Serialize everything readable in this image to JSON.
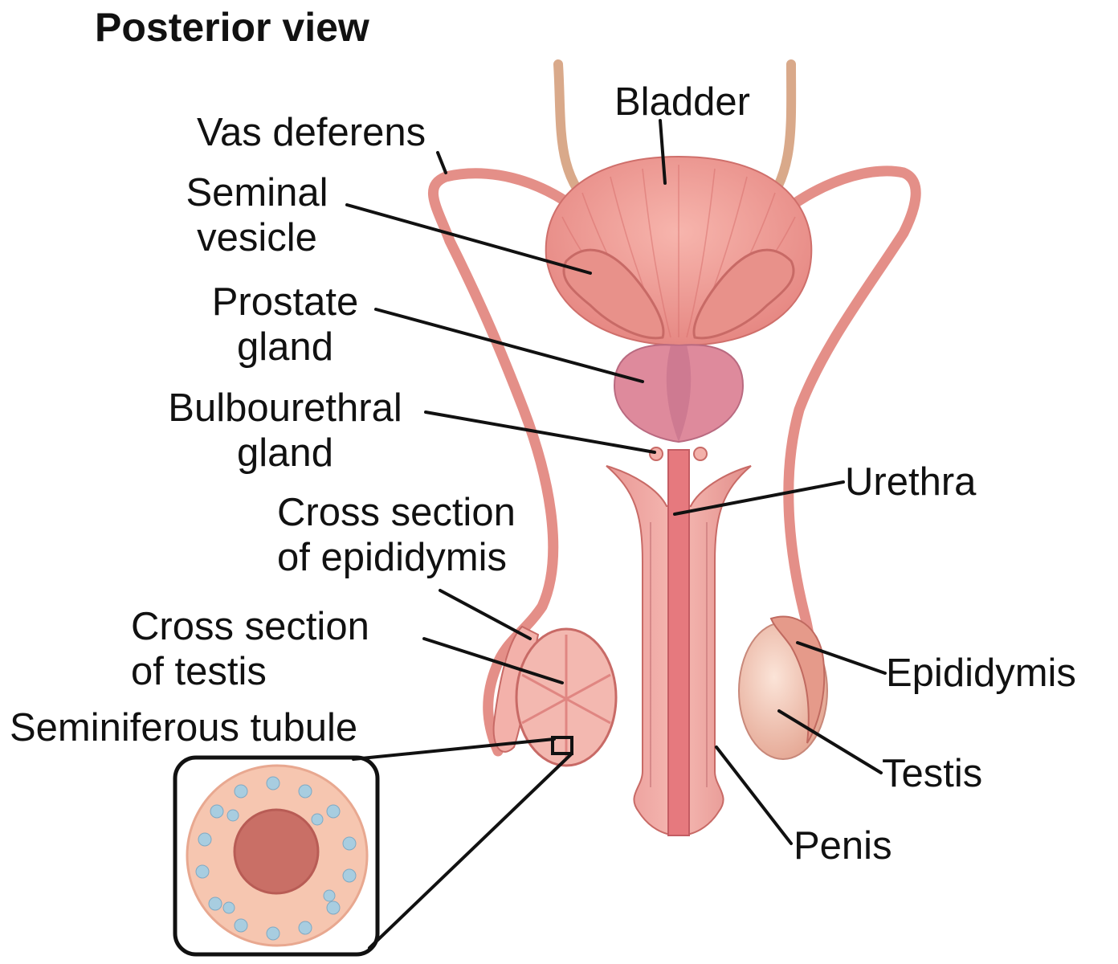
{
  "title": "Posterior view",
  "labels": {
    "bladder": "Bladder",
    "vas_deferens": "Vas deferens",
    "seminal_vesicle": [
      "Seminal",
      "vesicle"
    ],
    "prostate_gland": [
      "Prostate",
      "gland"
    ],
    "bulbourethral_gland": [
      "Bulbourethral",
      "gland"
    ],
    "urethra": "Urethra",
    "cross_section_epididymis": [
      "Cross section",
      "of epididymis"
    ],
    "cross_section_testis": [
      "Cross section",
      "of testis"
    ],
    "seminiferous_tubule": "Seminiferous tubule",
    "epididymis": "Epididymis",
    "testis": "Testis",
    "penis": "Penis"
  },
  "colors": {
    "tissue_pink": "#f0a5a0",
    "tissue_dark": "#d9726f",
    "tubule_blue": "#a8cde0",
    "leader_line": "#111111"
  }
}
